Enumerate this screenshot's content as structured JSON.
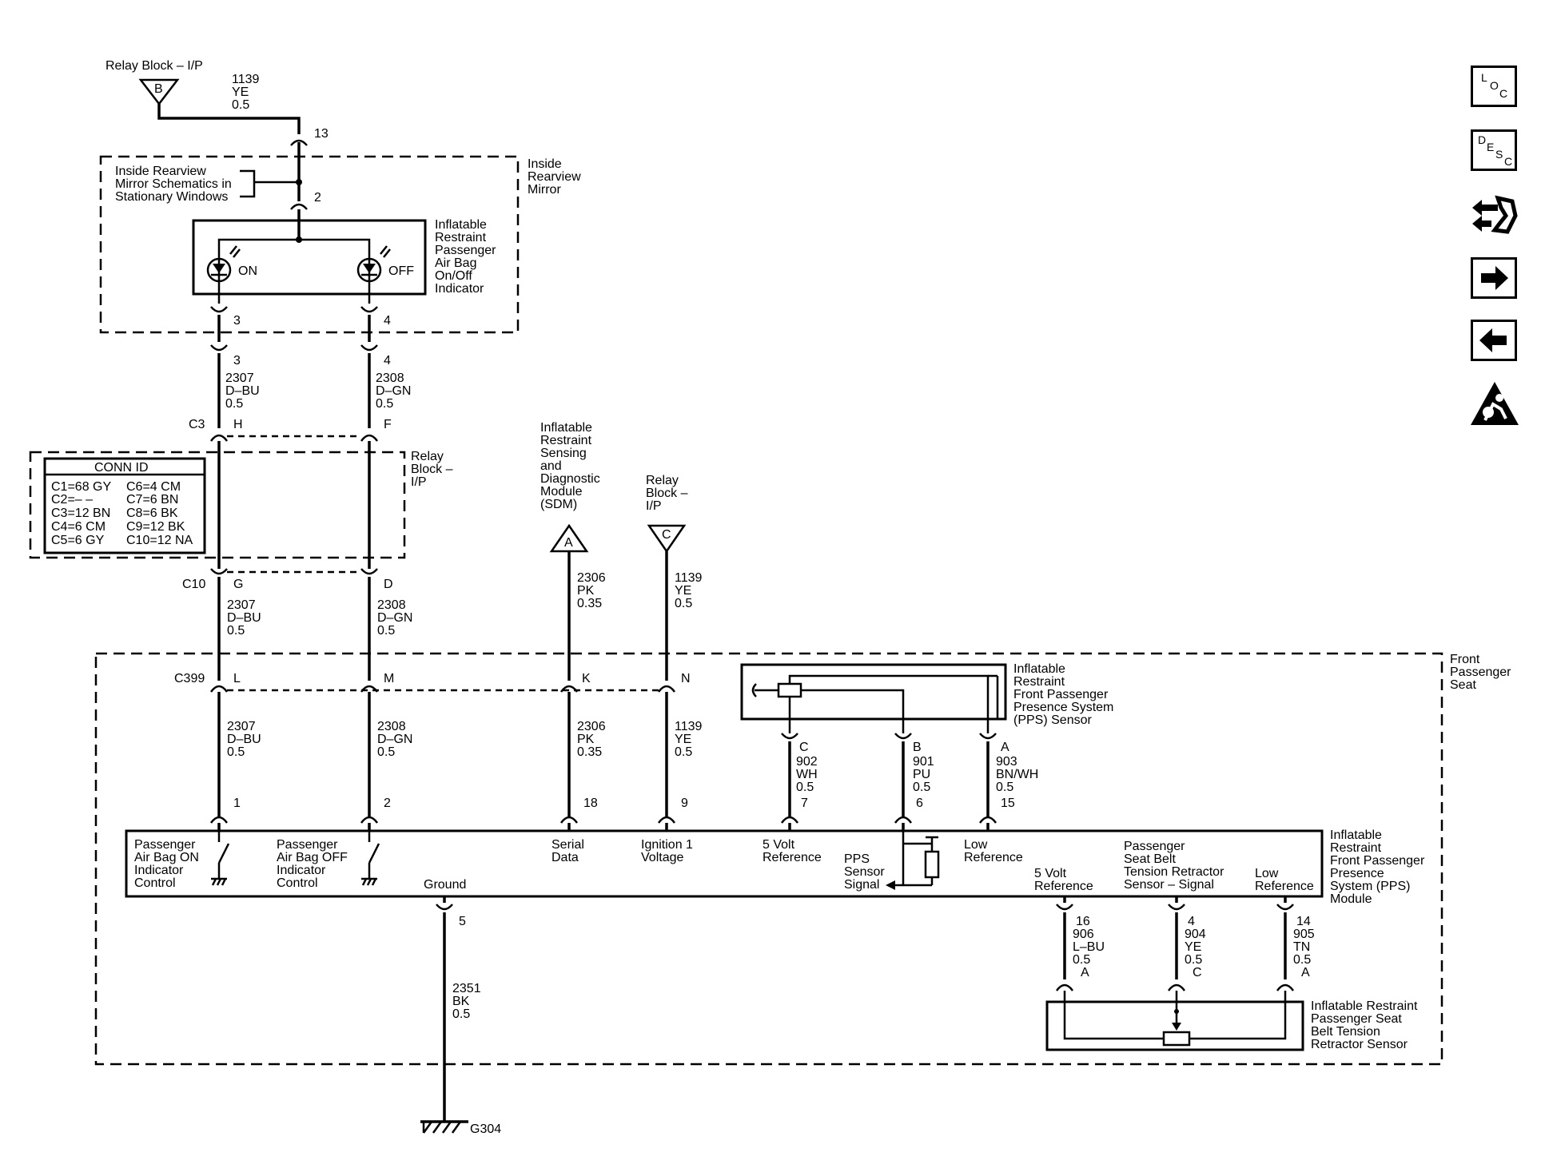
{
  "left_top": {
    "relay_block_label": "Relay Block – I/P",
    "relay_pin": "B",
    "relay_wire": [
      "1139",
      "YE",
      "0.5"
    ],
    "splice_13": "13",
    "splice_2": "2",
    "mirror_note": [
      "Inside Rearview",
      "Mirror Schematics in",
      "Stationary Windows"
    ],
    "mirror_label": [
      "Inside",
      "Rearview",
      "Mirror"
    ],
    "indicator_label": [
      "Inflatable",
      "Restraint",
      "Passenger",
      "Air Bag",
      "On/Off",
      "Indicator"
    ],
    "led_on": "ON",
    "led_off": "OFF",
    "pin3a": "3",
    "pin4a": "4",
    "pin3b": "3",
    "pin4b": "4"
  },
  "wires": {
    "w2307": [
      "2307",
      "D–BU",
      "0.5"
    ],
    "w2308": [
      "2308",
      "D–GN",
      "0.5"
    ],
    "w2306": [
      "2306",
      "PK",
      "0.35"
    ],
    "w1139": [
      "1139",
      "YE",
      "0.5"
    ],
    "w902": [
      "902",
      "WH",
      "0.5"
    ],
    "w901": [
      "901",
      "PU",
      "0.5"
    ],
    "w903": [
      "903",
      "BN/WH",
      "0.5"
    ],
    "w906": [
      "906",
      "L–BU",
      "0.5"
    ],
    "w904": [
      "904",
      "YE",
      "0.5"
    ],
    "w905": [
      "905",
      "TN",
      "0.5"
    ],
    "w2351": [
      "2351",
      "BK",
      "0.5"
    ]
  },
  "connectors": {
    "c3": "C3",
    "c3_h": "H",
    "c3_f": "F",
    "c10": "C10",
    "c10_g": "G",
    "c10_d": "D",
    "c399": "C399",
    "c399_l": "L",
    "c399_m": "M",
    "c399_k": "K",
    "c399_n": "N",
    "pps_c": "C",
    "pps_b": "B",
    "pps_a": "A",
    "mod_1": "1",
    "mod_2": "2",
    "mod_18": "18",
    "mod_9": "9",
    "mod_7": "7",
    "mod_6": "6",
    "mod_15": "15",
    "mod_5": "5",
    "mod_16": "16",
    "mod_4": "4",
    "mod_14": "14",
    "belt_a1": "A",
    "belt_c": "C",
    "belt_a2": "A"
  },
  "relay_block_ip": {
    "label": [
      "Relay",
      "Block –",
      "I/P"
    ],
    "conn_id_title": "CONN ID",
    "conn_id_rows": [
      [
        "C1=68 GY",
        "C6=4 CM"
      ],
      [
        "C2=– –",
        "C7=6 BN"
      ],
      [
        "C3=12 BN",
        "C8=6 BK"
      ],
      [
        "C4=6 CM",
        "C9=12 BK"
      ],
      [
        "C5=6 GY",
        "C10=12 NA"
      ]
    ]
  },
  "sdm": {
    "label": [
      "Inflatable",
      "Restraint",
      "Sensing",
      "and",
      "Diagnostic",
      "Module",
      "(SDM)"
    ],
    "pin": "A"
  },
  "relay_c": {
    "label": [
      "Relay",
      "Block –",
      "I/P"
    ],
    "pin": "C"
  },
  "front_seat_label": [
    "Front",
    "Passenger",
    "Seat"
  ],
  "pps_sensor_label": [
    "Inflatable",
    "Restraint",
    "Front Passenger",
    "Presence System",
    "(PPS) Sensor"
  ],
  "module": {
    "label": [
      "Inflatable",
      "Restraint",
      "Front Passenger",
      "Presence",
      "System (PPS)",
      "Module"
    ],
    "on_ctrl": [
      "Passenger",
      "Air Bag ON",
      "Indicator",
      "Control"
    ],
    "off_ctrl": [
      "Passenger",
      "Air Bag OFF",
      "Indicator",
      "Control"
    ],
    "serial": [
      "Serial",
      "Data"
    ],
    "ign": [
      "Ignition 1",
      "Voltage"
    ],
    "five_v": [
      "5 Volt",
      "Reference"
    ],
    "pps_signal": [
      "PPS",
      "Sensor",
      "Signal"
    ],
    "low_ref": [
      "Low",
      "Reference"
    ],
    "ground": "Ground",
    "five_v2": [
      "5 Volt",
      "Reference"
    ],
    "belt_signal": [
      "Passenger",
      "Seat Belt",
      "Tension Retractor",
      "Sensor – Signal"
    ],
    "low_ref2": [
      "Low",
      "Reference"
    ]
  },
  "belt_sensor_label": [
    "Inflatable Restraint",
    "Passenger Seat",
    "Belt Tension",
    "Retractor Sensor"
  ],
  "ground_label": "G304",
  "nav": {
    "loc": [
      "L",
      "O",
      "C"
    ],
    "desc": [
      "D",
      "E",
      "S",
      "C"
    ],
    "icons": [
      "component-locator-icon",
      "description-icon",
      "diagnostic-tools-icon",
      "next-page-icon",
      "previous-page-icon",
      "airbag-warning-icon"
    ]
  }
}
